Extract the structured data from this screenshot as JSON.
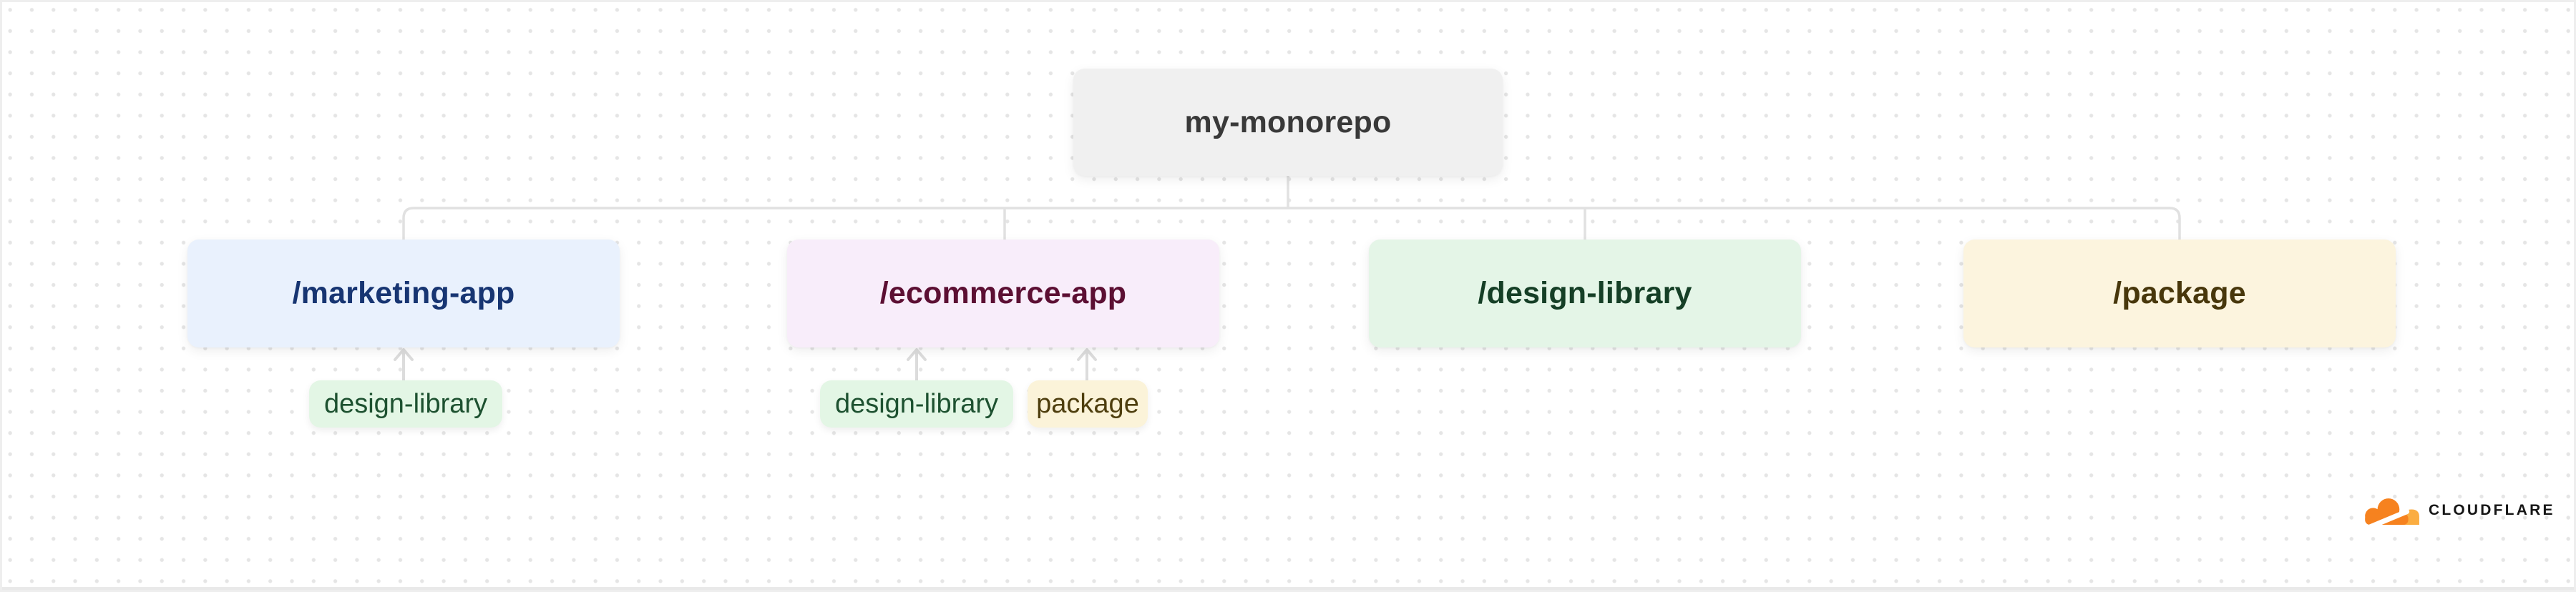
{
  "diagram": {
    "title_node": {
      "label": "my-monorepo",
      "fill": "#f0f0f0",
      "text_color": "#393939"
    },
    "nodes": [
      {
        "label": "/marketing-app",
        "fill": "#e9f1fd",
        "text_color": "#173572",
        "dependencies": [
          "design-library"
        ]
      },
      {
        "label": "/ecommerce-app",
        "fill": "#f8edfa",
        "text_color": "#5c0f33",
        "dependencies": [
          "design-library",
          "package"
        ]
      },
      {
        "label": "/design-library",
        "fill": "#e4f5e7",
        "text_color": "#153f26",
        "dependencies": []
      },
      {
        "label": "/package",
        "fill": "#fcf4de",
        "text_color": "#48370b",
        "dependencies": []
      }
    ],
    "tag_colors": {
      "design-library": {
        "fill": "#e3f6e5",
        "text": "#1d5130"
      },
      "package": {
        "fill": "#fbf3d9",
        "text": "#4e3e0e"
      }
    },
    "connector_color": "#e1e1e1",
    "dot_grid_color": "#e5e5e5"
  },
  "branding": {
    "wordmark": "CLOUDFLARE",
    "wordmark_color": "#161616",
    "cloud_primary": "#F6821F",
    "cloud_secondary": "#FBAD41"
  }
}
